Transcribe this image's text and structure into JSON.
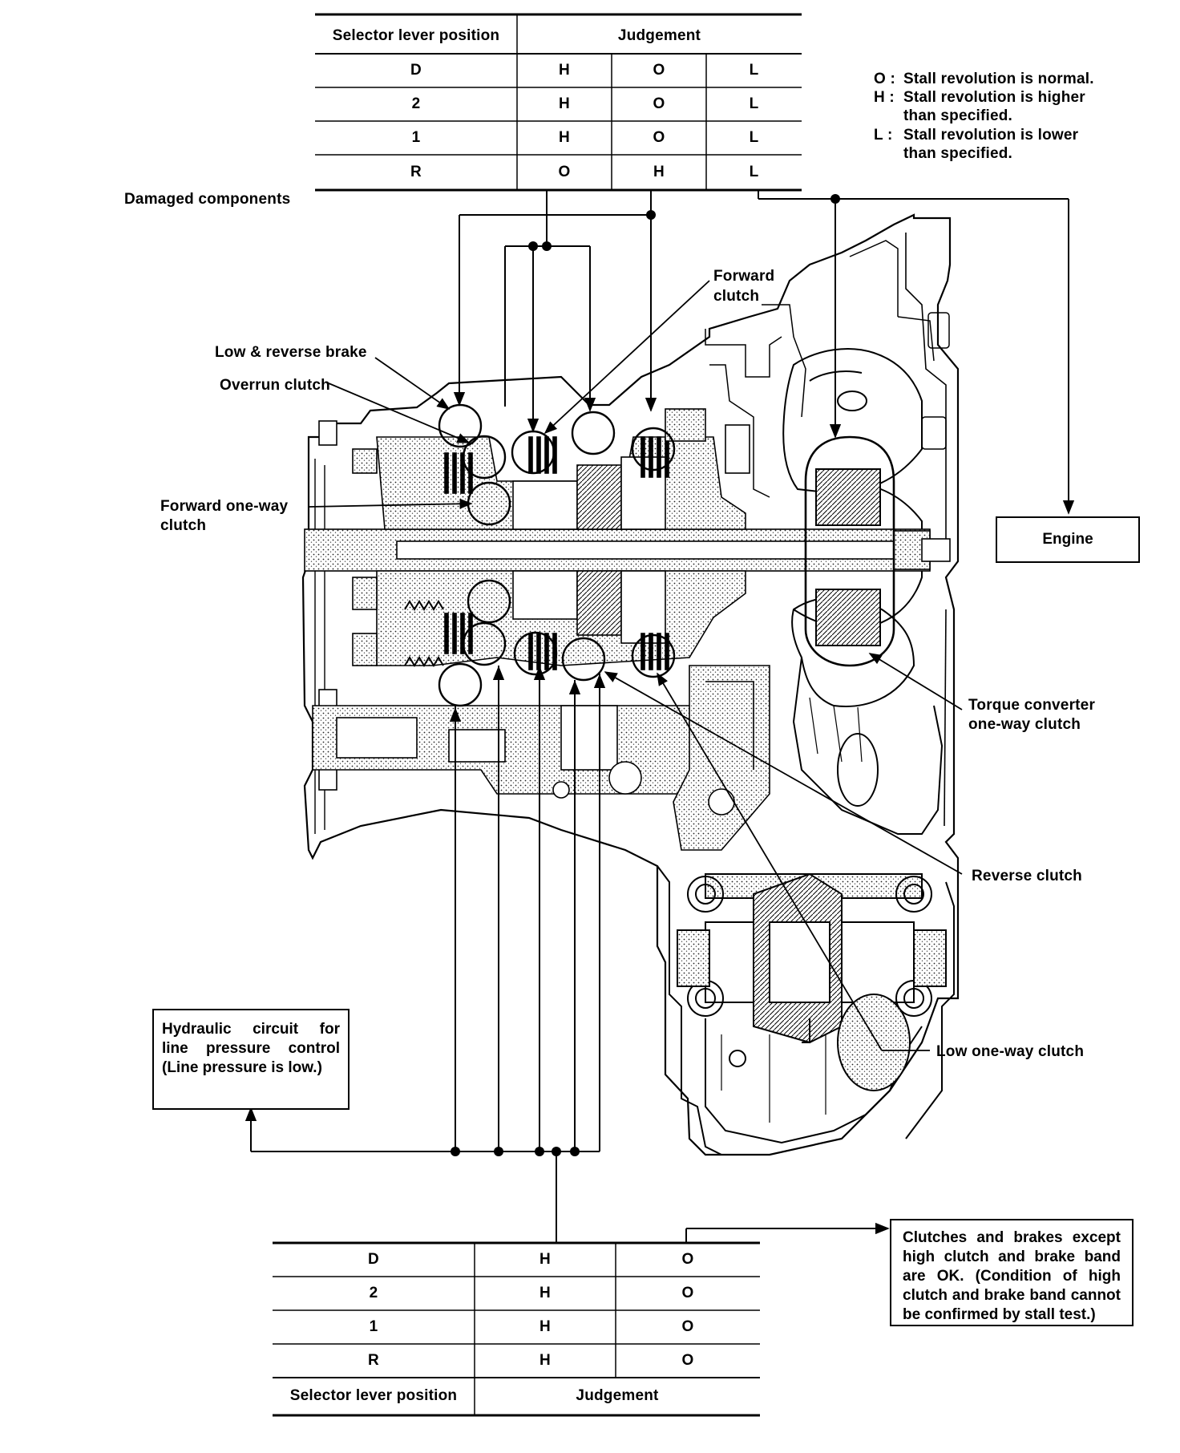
{
  "top_table": {
    "header": {
      "position": "Selector lever position",
      "judgement": "Judgement"
    },
    "rows": [
      {
        "pos": "D",
        "a": "H",
        "b": "O",
        "c": "L"
      },
      {
        "pos": "2",
        "a": "H",
        "b": "O",
        "c": "L"
      },
      {
        "pos": "1",
        "a": "H",
        "b": "O",
        "c": "L"
      },
      {
        "pos": "R",
        "a": "O",
        "b": "H",
        "c": "L"
      }
    ]
  },
  "legend": [
    {
      "key": "O :",
      "text": "Stall revolution is normal."
    },
    {
      "key": "H :",
      "text": "Stall revolution is higher",
      "cont": "than specified."
    },
    {
      "key": "L :",
      "text": "Stall revolution is lower",
      "cont": "than specified."
    }
  ],
  "labels": {
    "damaged_components": "Damaged components",
    "forward_clutch": [
      "Forward",
      "clutch"
    ],
    "low_reverse_brake": "Low & reverse brake",
    "overrun_clutch": "Overrun clutch",
    "forward_one_way_clutch": [
      "Forward one-way",
      "clutch"
    ],
    "engine": "Engine",
    "torque_converter": [
      "Torque converter",
      "one-way clutch"
    ],
    "reverse_clutch": "Reverse clutch",
    "low_one_way_clutch": "Low one-way clutch"
  },
  "hydraulic_box": [
    "Hydraulic circuit for",
    "line pressure control",
    "(Line pressure is low.)"
  ],
  "clutches_box": [
    "Clutches and brakes except",
    "high clutch and brake band",
    "are OK. (Condition of high",
    "clutch and brake band cannot",
    "be confirmed by stall test.)"
  ],
  "bottom_table": {
    "rows": [
      {
        "pos": "D",
        "a": "H",
        "b": "O"
      },
      {
        "pos": "2",
        "a": "H",
        "b": "O"
      },
      {
        "pos": "1",
        "a": "H",
        "b": "O"
      },
      {
        "pos": "R",
        "a": "H",
        "b": "O"
      }
    ],
    "footer": {
      "position": "Selector lever position",
      "judgement": "Judgement"
    }
  }
}
